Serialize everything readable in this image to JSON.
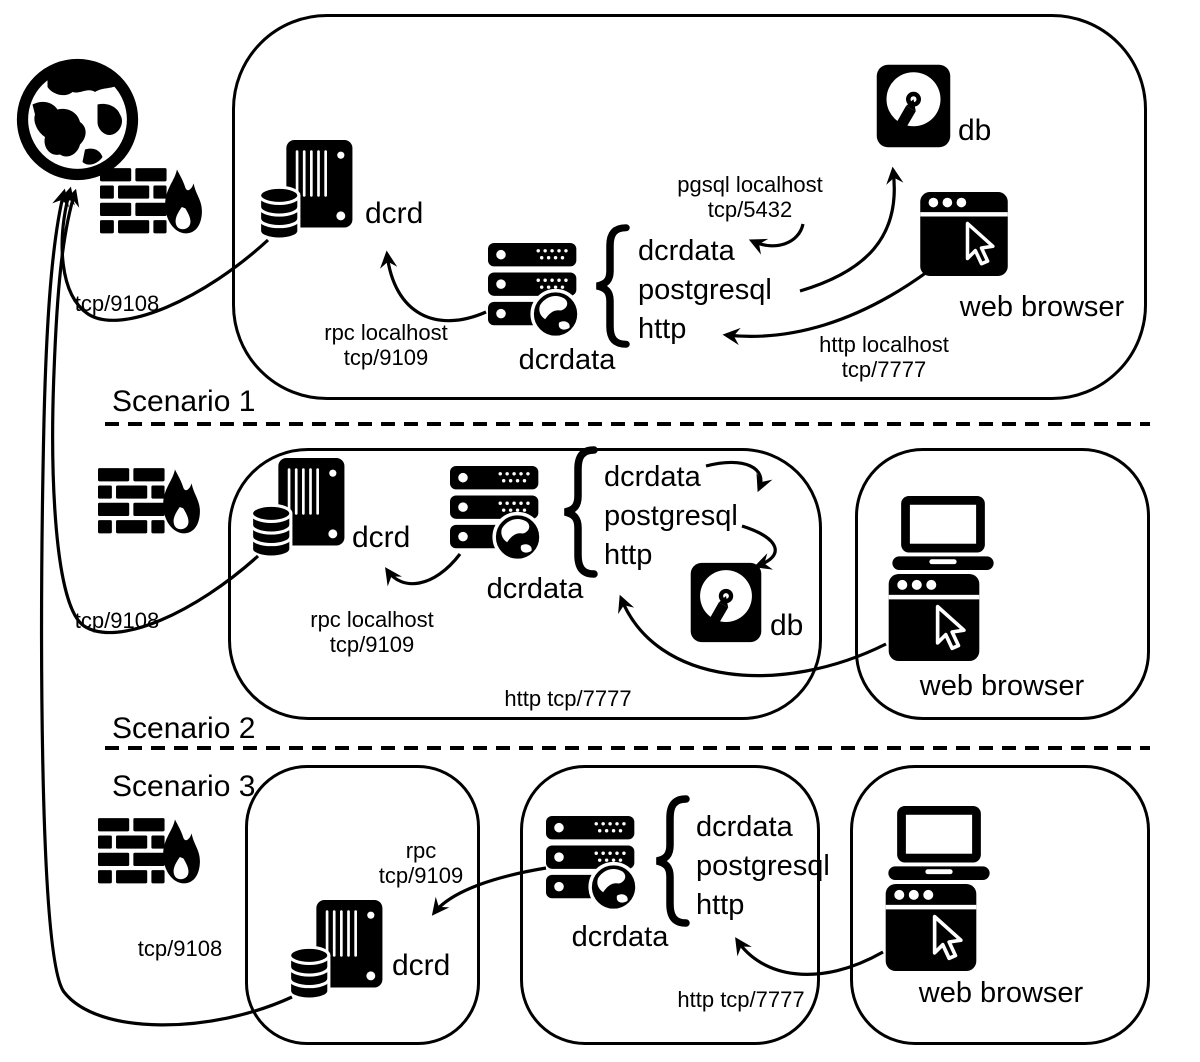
{
  "diagram": {
    "scenario1": {
      "title": "Scenario 1",
      "dcrd_label": "dcrd",
      "dcrdata_label": "dcrdata",
      "services": [
        "dcrdata",
        "postgresql",
        "http"
      ],
      "db_label": "db",
      "browser_label": "web browser",
      "pgsql_line1": "pgsql localhost",
      "pgsql_line2": "tcp/5432",
      "rpc_line1": "rpc localhost",
      "rpc_line2": "tcp/9109",
      "http_line1": "http localhost",
      "http_line2": "tcp/7777",
      "inet_port": "tcp/9108"
    },
    "scenario2": {
      "title": "Scenario 2",
      "dcrd_label": "dcrd",
      "dcrdata_label": "dcrdata",
      "services": [
        "dcrdata",
        "postgresql",
        "http"
      ],
      "db_label": "db",
      "browser_label": "web browser",
      "rpc_line1": "rpc localhost",
      "rpc_line2": "tcp/9109",
      "http_note": "http tcp/7777",
      "inet_port": "tcp/9108"
    },
    "scenario3": {
      "title": "Scenario 3",
      "dcrd_label": "dcrd",
      "dcrdata_label": "dcrdata",
      "services": [
        "dcrdata",
        "postgresql",
        "http"
      ],
      "browser_label": "web browser",
      "rpc_line1": "rpc",
      "rpc_line2": "tcp/9109",
      "http_note": "http tcp/7777",
      "inet_port": "tcp/9108"
    },
    "colors": {
      "ink": "#000000",
      "background": "#ffffff"
    }
  }
}
